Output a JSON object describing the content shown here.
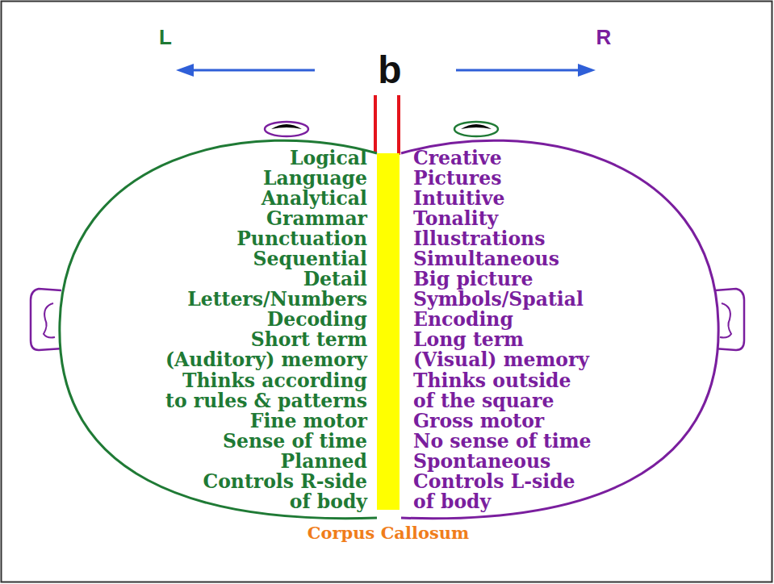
{
  "diagram": {
    "nodes": [
      {
        "text": [
          "Logical",
          "Language",
          "Analytical",
          "Grammar",
          "Punctuation",
          "Sequential",
          "Detail",
          "Letters/Numbers",
          "Decoding",
          "Short term (Auditory) memory",
          "Thinks according to rules & patterns",
          "Fine motor",
          "Sense of time",
          "Planned",
          "Controls R-side of body"
        ]
      },
      {
        "text": [
          "Creative",
          "Pictures",
          "Intuitive",
          "Tonality",
          "Illustrations",
          "Simultaneous",
          "Big picture",
          "Symbols/Spatial",
          "Encoding",
          "Long term (Visual) memory",
          "Thinks outside of the square",
          "Gross motor",
          "No sense of time",
          "Spontaneous",
          "Controls L-side of body"
        ]
      },
      {
        "text": [
          "Corpus Callosum"
        ]
      }
    ],
    "labels": [
      "L",
      "b",
      "R"
    ]
  }
}
